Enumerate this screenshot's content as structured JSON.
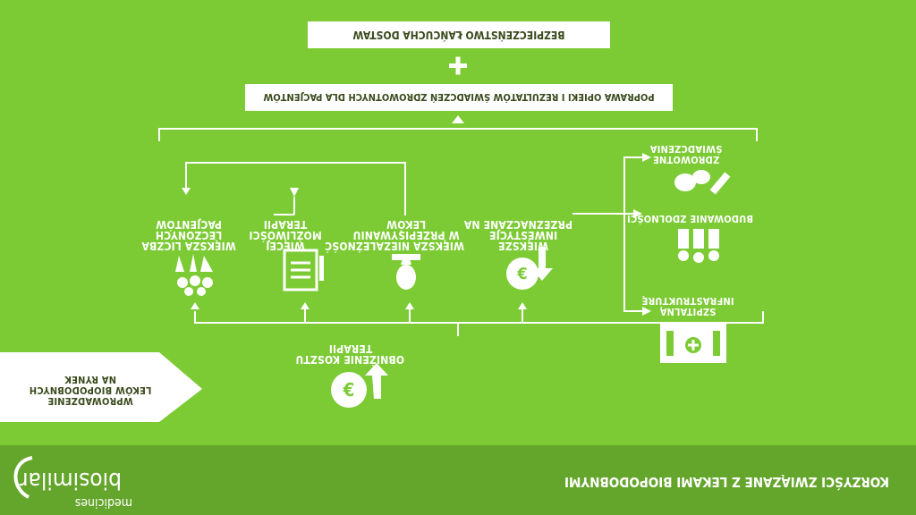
{
  "top_boxes": {
    "supply_chain": "BEZPIECZEŃSTWO ŁAŃCUCHA DOSTAW",
    "plus": "+",
    "patient_care": "POPRAWA OPIEKI I REZULTATÓW ŚWIADCZEŃ ZDROWOTNYCH DLA PACJENTÓW"
  },
  "benefits": [
    {
      "lines": [
        "WIĘKSZA LICZBA",
        "LECZONYCH",
        "PACJENTÓW"
      ],
      "icon": "patients-icon"
    },
    {
      "lines": [
        "WIĘCEJ",
        "MOŻLIWOŚCI",
        "TERAPII"
      ],
      "icon": "document-pen-icon"
    },
    {
      "lines": [
        "WIĘKSZA NIEZALEŻNOŚĆ",
        "W PRZEPISYWANIU",
        "LEKÓW"
      ],
      "icon": "prescription-icon"
    },
    {
      "lines": [
        "WIĘKSZE",
        "INWESTYCJE",
        "PRZEZNACZANE NA"
      ],
      "icon": "euro-down-icon"
    }
  ],
  "investments": [
    {
      "lines": [
        "ZDROWOTNE",
        "ŚWIADCZENIA"
      ],
      "icon": "pills-syringe-icon"
    },
    {
      "lines": [
        "BUDOWANIE ZDOLNOŚCI"
      ],
      "icon": "workforce-icon"
    },
    {
      "lines": [
        "SZPITALNĄ",
        "INFRASTRUKTURĘ"
      ],
      "icon": "hospital-icon"
    }
  ],
  "cost_reduction": {
    "lines": [
      "OBNIŻENIE KOSZTU",
      "TERAPII"
    ],
    "icon": "euro-up-icon"
  },
  "introduction": {
    "lines": [
      "WPROWADZENIE",
      "LEKÓW BIOPODOBNYCH",
      "NA RYNEK"
    ]
  },
  "footer": {
    "title": "KORZYŚCI ZWIĄZANE Z LEKAMI BIOPODOBNYMI",
    "logo_main": "biosimilar",
    "logo_sub": "medicines"
  },
  "colors": {
    "background": "#7ccb35",
    "footer": "#64a52b",
    "box": "#ffffff"
  }
}
